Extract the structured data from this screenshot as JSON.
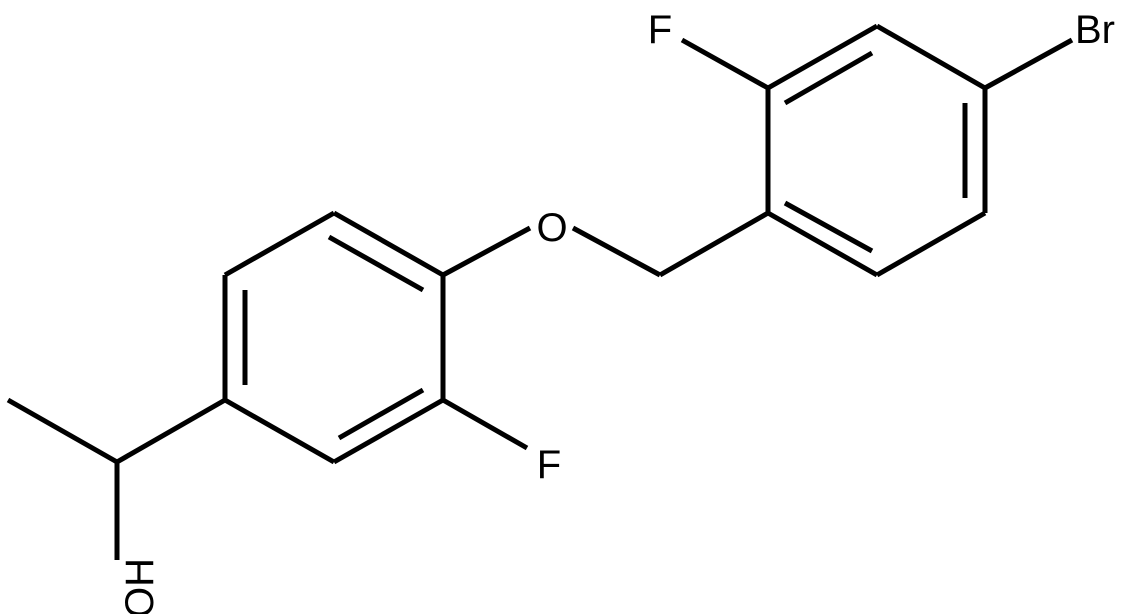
{
  "molecule": {
    "atoms": {
      "oxygen_ether": "O",
      "fluorine_top": "F",
      "bromine": "Br",
      "fluorine_bottom": "F",
      "hydroxyl": "OH"
    },
    "colors": {
      "bond": "#000000",
      "label": "#000000",
      "background": "#ffffff"
    }
  }
}
